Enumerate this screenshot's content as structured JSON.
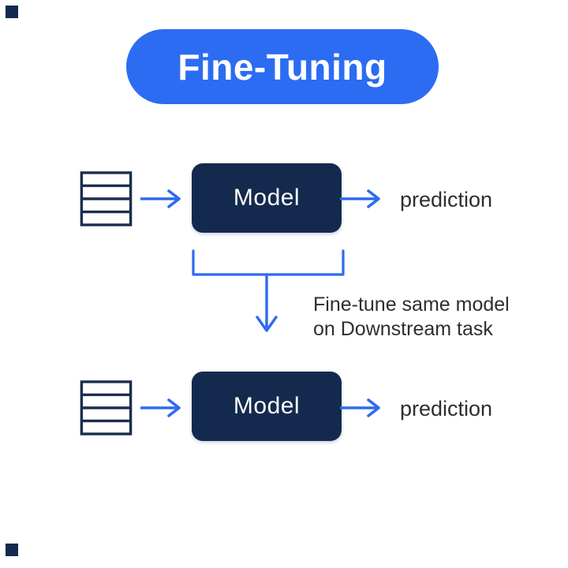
{
  "diagram": {
    "title": "Fine-Tuning",
    "note": {
      "line1": "Fine-tune same model",
      "line2": "on Downstream task"
    },
    "rows": [
      {
        "id": "pretrained",
        "input_icon": "dataset-stack-icon",
        "model_label": "Model",
        "output_label": "prediction"
      },
      {
        "id": "finetuned",
        "input_icon": "dataset-stack-icon",
        "model_label": "Model",
        "output_label": "prediction"
      }
    ],
    "colors": {
      "pill_blue": "#2c6cf2",
      "accent_blue": "#2d6bef",
      "navy": "#132a4e",
      "icon_stroke": "#1a2e4f",
      "text_dark": "#2e2e30",
      "background": "#ffffff"
    }
  }
}
